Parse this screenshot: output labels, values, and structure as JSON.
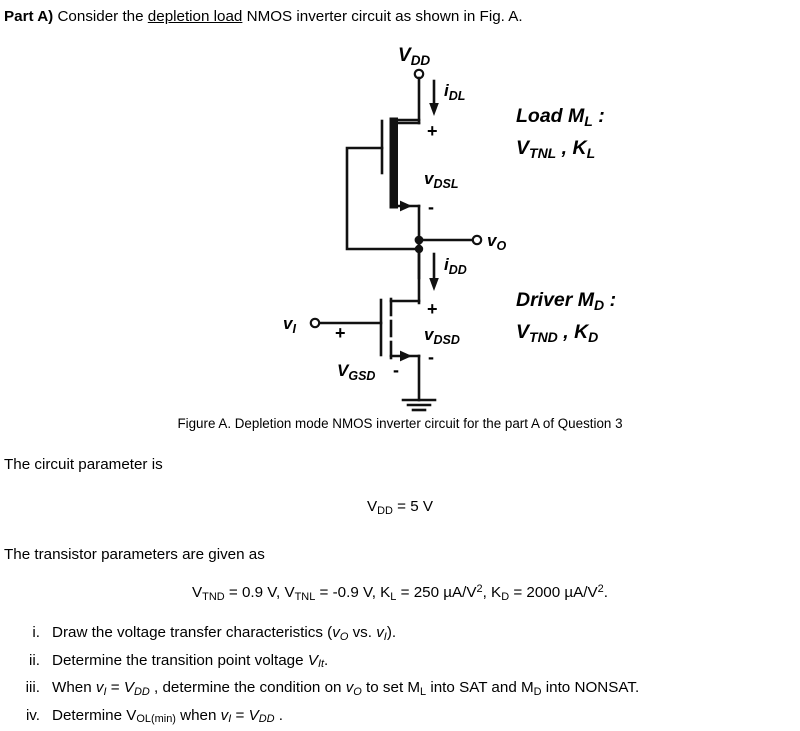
{
  "header": {
    "part_label": "Part A)",
    "text_before": " Consider the ",
    "underlined_term": "depletion load",
    "text_after": " NMOS inverter circuit as shown in Fig. A."
  },
  "figure": {
    "caption": "Figure A. Depletion mode NMOS inverter circuit for the part A of Question 3",
    "supply_label": "V",
    "supply_sub": "DD",
    "load_current_label": "i",
    "load_current_sub": "DL",
    "load_voltage_label": "v",
    "load_voltage_sub": "DSL",
    "load_plus": "+",
    "load_minus": "-",
    "output_label": "v",
    "output_sub": "O",
    "driver_current_label": "i",
    "driver_current_sub": "DD",
    "driver_voltage_label": "v",
    "driver_voltage_sub": "DSD",
    "driver_plus": "+",
    "driver_minus": "-",
    "input_label": "v",
    "input_sub": "I",
    "gate_voltage_label": "V",
    "gate_voltage_sub": "GSD",
    "gate_plus": "+",
    "gate_minus": "-",
    "load_title": "Load M",
    "load_title_sub": "L",
    "load_title_colon": " :",
    "load_params_v": "V",
    "load_params_v_sub": "TNL",
    "load_params_sep": " , ",
    "load_params_k": "K",
    "load_params_k_sub": "L",
    "driver_title": "Driver M",
    "driver_title_sub": "D",
    "driver_title_colon": " :",
    "driver_params_v": "V",
    "driver_params_v_sub": "TND",
    "driver_params_sep": " , ",
    "driver_params_k": "K",
    "driver_params_k_sub": "D"
  },
  "body": {
    "circuit_param_intro": "The circuit parameter is",
    "vdd_equation": "VDD = 5 V",
    "vdd_symbol": "V",
    "vdd_subscript": "DD",
    "vdd_value": " = 5 V",
    "transistor_param_intro": "The transistor parameters are given as",
    "equation_parts": {
      "vtnd_sym": "V",
      "vtnd_sub": "TND",
      "vtnd_val": " = 0.9 V, ",
      "vtnl_sym": "V",
      "vtnl_sub": "TNL",
      "vtnl_val": " = -0.9 V, ",
      "kl_sym": "K",
      "kl_sub": "L",
      "kl_val": " = 250 µA/V",
      "kl_exp": "2",
      "kl_tail": ", ",
      "kd_sym": "K",
      "kd_sub": "D",
      "kd_val": " = 2000 µA/V",
      "kd_exp": "2",
      "kd_tail": "."
    }
  },
  "questions": [
    {
      "marker": "i.",
      "text": "Draw the voltage transfer characteristics (vO vs. vI)."
    },
    {
      "marker": "ii.",
      "text": "Determine the transition point voltage VIt."
    },
    {
      "marker": "iii.",
      "text": "When vI = VDD , determine the condition on vO to set ML into SAT and MD into NONSAT."
    },
    {
      "marker": "iv.",
      "text": "Determine VOL(min) when vI = VDD ."
    }
  ],
  "colors": {
    "ink": "#000000",
    "wire": "#111111",
    "background": "#ffffff"
  }
}
